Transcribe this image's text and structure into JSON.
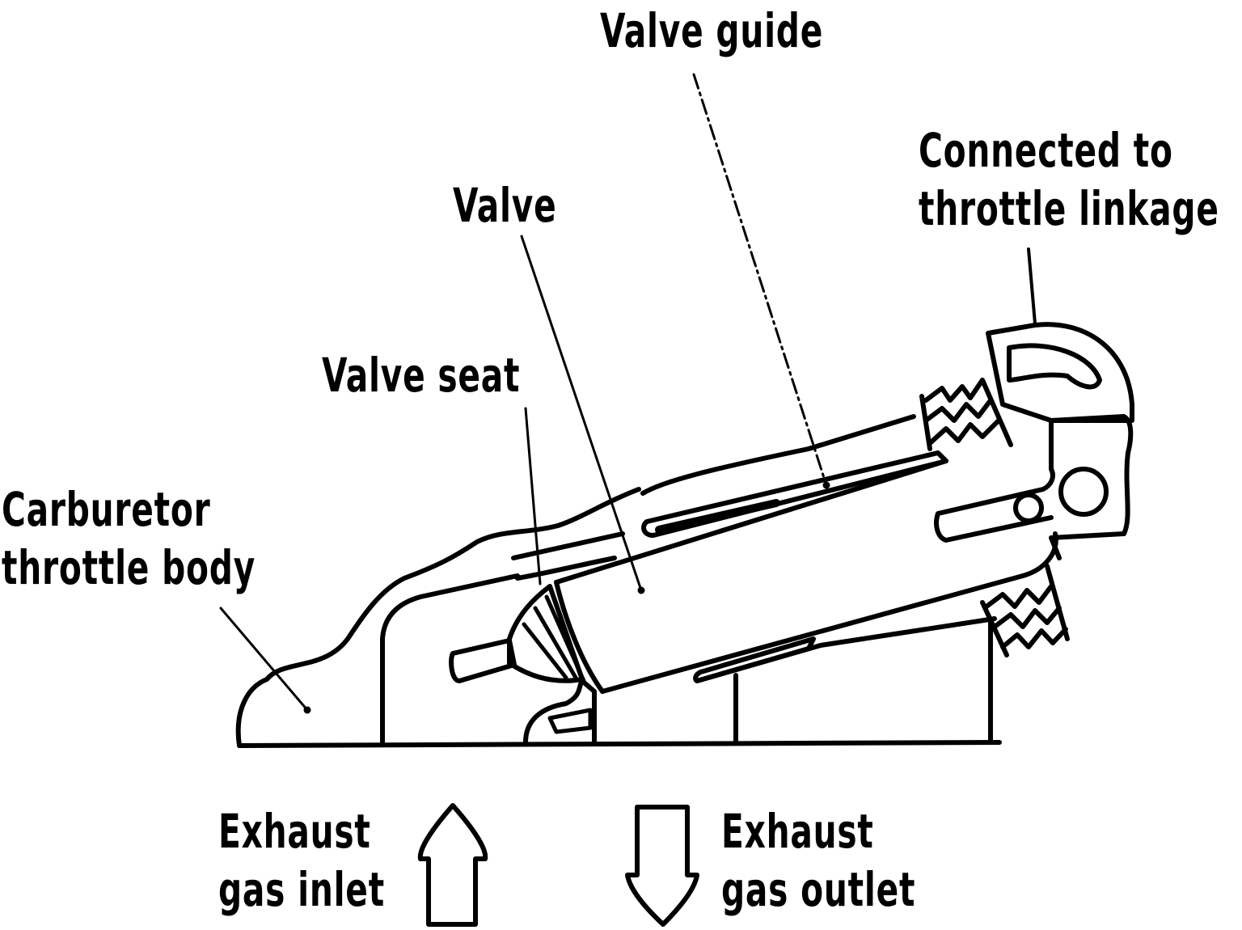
{
  "labels": {
    "valve_guide": "Valve guide",
    "connected_line1": "Connected to",
    "connected_line2": "throttle linkage",
    "valve": "Valve",
    "valve_seat": "Valve seat",
    "carb_line1": "Carburetor",
    "carb_line2": "throttle body",
    "inlet_line1": "Exhaust",
    "inlet_line2": "gas inlet",
    "outlet_line1": "Exhaust",
    "outlet_line2": "gas outlet"
  },
  "colors": {
    "ink": "#000000",
    "paper": "#ffffff"
  },
  "icons": {
    "inlet_arrow": "arrow-up-outline",
    "outlet_arrow": "arrow-down-outline"
  }
}
